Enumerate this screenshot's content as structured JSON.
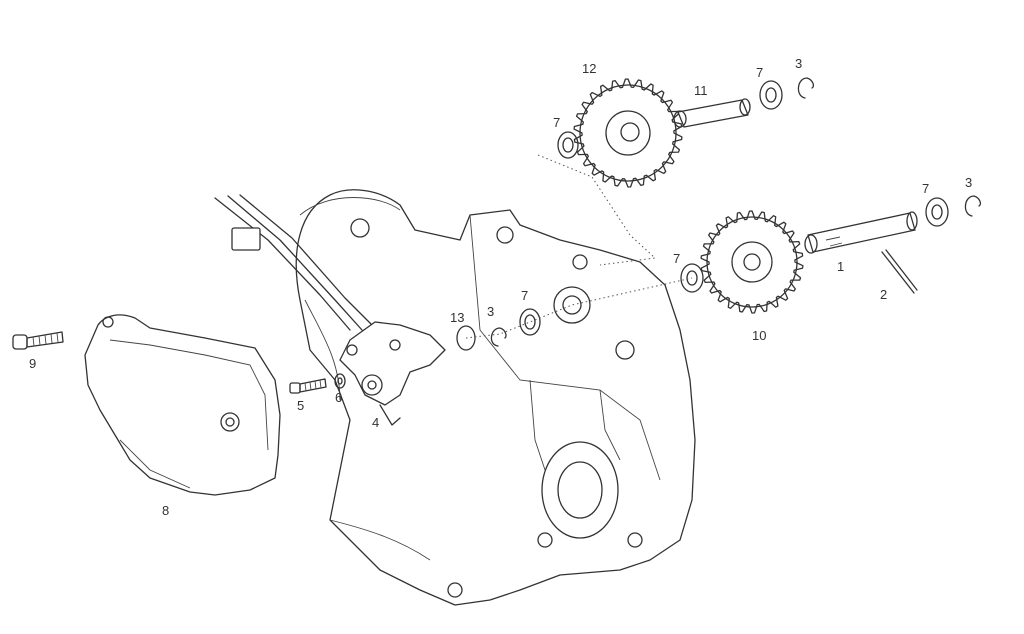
{
  "callouts": {
    "n1": "1",
    "n2": "2",
    "n3a": "3",
    "n3b": "3",
    "n3c": "3",
    "n4": "4",
    "n5": "5",
    "n6": "6",
    "n7a": "7",
    "n7b": "7",
    "n7c": "7",
    "n7d": "7",
    "n8": "8",
    "n9": "9",
    "n10": "10",
    "n11": "11",
    "n12": "12",
    "n13": "13"
  },
  "colors": {
    "line": "#333333",
    "background": "#ffffff"
  }
}
